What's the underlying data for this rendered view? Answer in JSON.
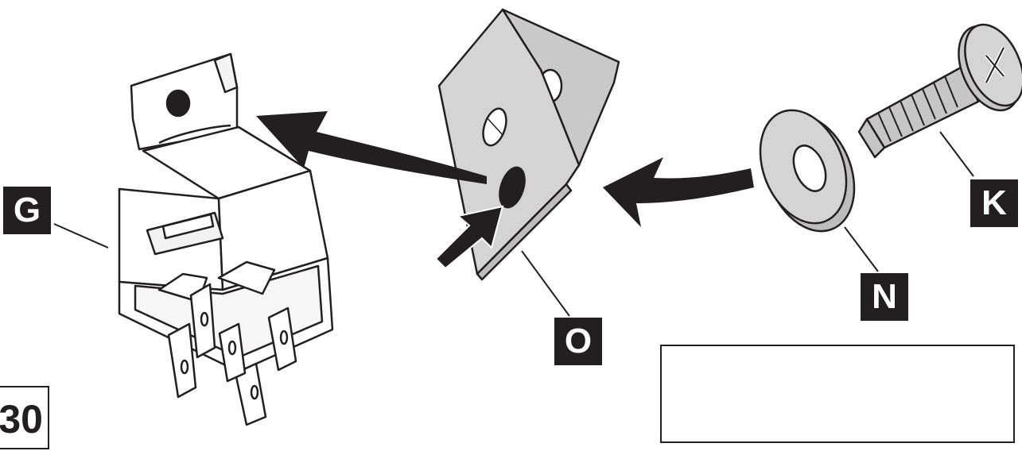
{
  "labels": {
    "relay": "G",
    "screw": "K",
    "washer": "N",
    "bracket": "O"
  },
  "step_number": "30",
  "tool": {
    "screwdriver_icon": "phillips-screwdriver-icon",
    "head_type_icon": "phillips-cross-icon"
  },
  "colors": {
    "ink": "#231f20",
    "metal": "#d4d4d4",
    "plastic": "#ffffff"
  }
}
